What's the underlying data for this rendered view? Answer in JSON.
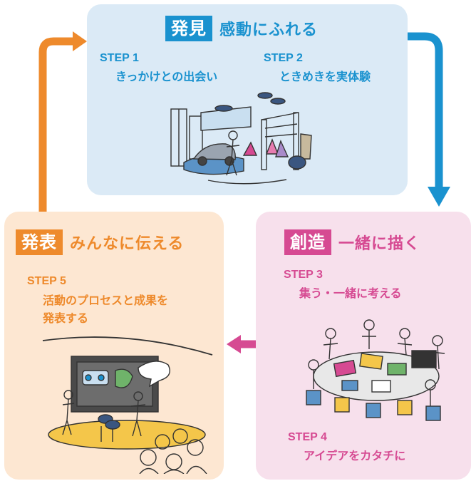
{
  "discover": {
    "tag": "発見",
    "subtitle": "感動にふれる",
    "steps": [
      {
        "num": "STEP 1",
        "text": "きっかけとの出会い"
      },
      {
        "num": "STEP 2",
        "text": "ときめきを実体験"
      }
    ]
  },
  "create": {
    "tag": "創造",
    "subtitle": "一緒に描く",
    "steps": [
      {
        "num": "STEP 3",
        "text": "集う・一緒に考える"
      },
      {
        "num": "STEP 4",
        "text": "アイデアをカタチに"
      }
    ]
  },
  "present": {
    "tag": "発表",
    "subtitle": "みんなに伝える",
    "steps": [
      {
        "num": "STEP 5",
        "text_line1": "活動のプロセスと成果を",
        "text_line2": "発表する"
      }
    ]
  },
  "colors": {
    "blue": "#1a92cf",
    "orange": "#ee8a2c",
    "pink": "#d64a92"
  },
  "icons": [
    "exhibition-illustration",
    "workshop-illustration",
    "presentation-illustration",
    "cycle-arrows"
  ]
}
